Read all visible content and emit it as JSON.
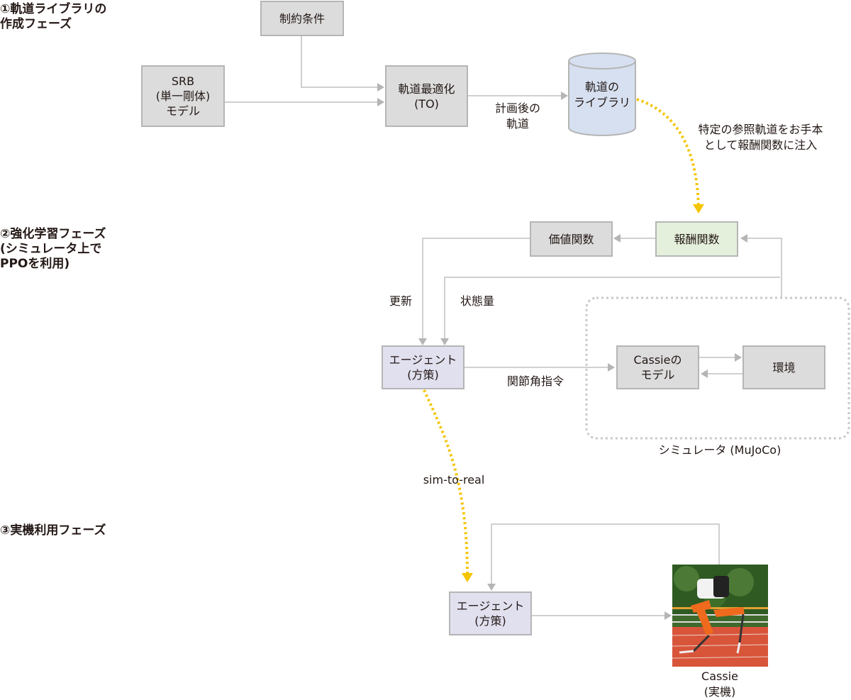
{
  "colors": {
    "box_gray": "#dcdcdc",
    "box_border": "#b5b5b5",
    "reward_green": "#e5f0dc",
    "agent_purple": "#e1e0ef",
    "library_blue": "#d6e0f0",
    "arrow_gray": "#b5b5b5",
    "highlight_yellow": "#f5c400",
    "text": "#231815"
  },
  "phases": [
    {
      "label": "①軌道ライブラリの\n作成フェーズ"
    },
    {
      "label": "②強化学習フェーズ\n(シミュレータ上で\nPPOを利用)"
    },
    {
      "label": "③実機利用フェーズ"
    }
  ],
  "phase1": {
    "constraints": "制約条件",
    "srb_model": "SRB\n(単一剛体)\nモデル",
    "trajectory_optimization": "軌道最適化\n(TO)",
    "planned_trajectory_label": "計画後の\n軌道",
    "trajectory_library": "軌道の\nライブラリ",
    "inject_label": "特定の参照軌道をお手本\nとして報酬関数に注入"
  },
  "phase2": {
    "value_function": "価値関数",
    "reward_function": "報酬関数",
    "update_label": "更新",
    "state_label": "状態量",
    "agent": "エージェント\n(方策)",
    "joint_command_label": "関節角指令",
    "cassie_model": "Cassieの\nモデル",
    "environment": "環境",
    "simulator_label": "シミュレータ (MuJoCo)"
  },
  "transfer": {
    "sim_to_real_label": "sim-to-real"
  },
  "phase3": {
    "agent": "エージェント\n(方策)",
    "robot_caption": "Cassie\n(実機)",
    "robot_photo": "cassie-robot-photo"
  }
}
